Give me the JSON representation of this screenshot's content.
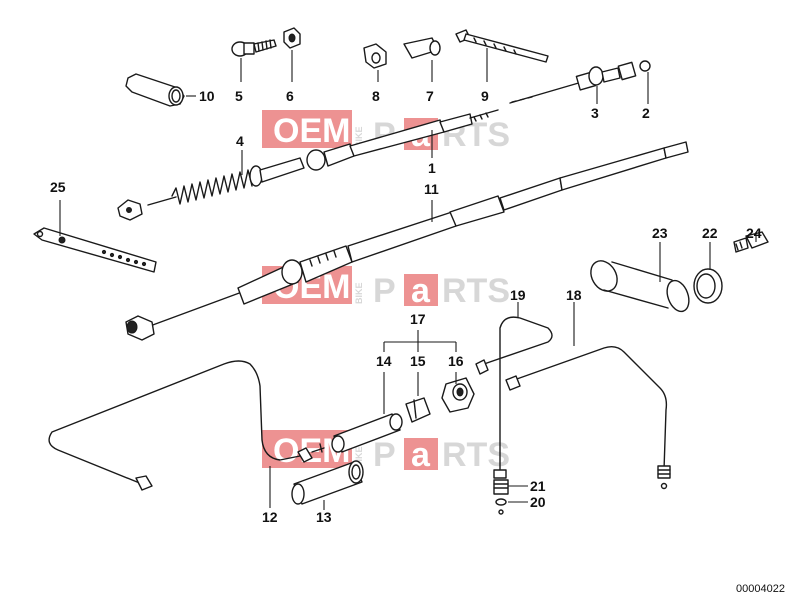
{
  "labels": {
    "p1": "1",
    "p2": "2",
    "p3": "3",
    "p4": "4",
    "p5": "5",
    "p6": "6",
    "p7": "7",
    "p8": "8",
    "p9": "9",
    "p10": "10",
    "p11": "11",
    "p12": "12",
    "p13": "13",
    "p14": "14",
    "p15": "15",
    "p16": "16",
    "p17": "17",
    "p18": "18",
    "p19": "19",
    "p20": "20",
    "p21": "21",
    "p22": "22",
    "p23": "23",
    "p24": "24",
    "p25": "25"
  },
  "watermark": {
    "brand_left": "OEM",
    "brand_vertical": "BIKE",
    "brand_p": "P",
    "brand_a": "a",
    "brand_right": "RTS"
  },
  "reference_number": "00004022",
  "colors": {
    "watermark_red": "#e03a3a",
    "watermark_gray": "#b8b8b8",
    "line": "#1a1a1a"
  }
}
